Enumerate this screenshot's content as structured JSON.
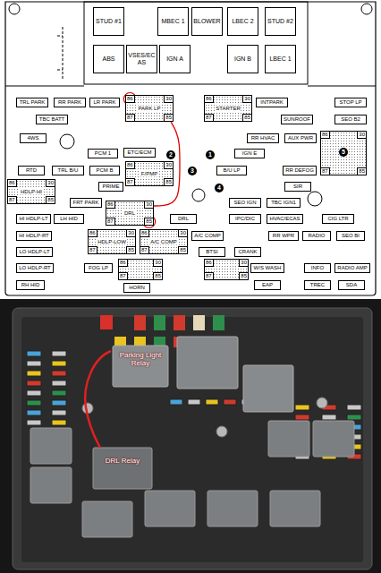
{
  "diagram": {
    "nodes": [
      {
        "text": [
          "STUD #1"
        ]
      },
      {
        "text": [
          "MBEC 1"
        ]
      },
      {
        "text": [
          "BLOWER"
        ]
      },
      {
        "text": [
          "LBEC 2"
        ]
      },
      {
        "text": [
          "STUD #2"
        ]
      },
      {
        "text": [
          "ABS"
        ]
      },
      {
        "text": [
          "VSES/ECAS"
        ]
      },
      {
        "text": [
          "IGN A"
        ]
      },
      {
        "text": [
          "IGN B"
        ]
      },
      {
        "text": [
          "LBEC 1"
        ]
      },
      {
        "text": [
          "TRL PARK"
        ]
      },
      {
        "text": [
          "RR PARK"
        ]
      },
      {
        "text": [
          "LR PARK"
        ]
      },
      {
        "text": [
          "86",
          "30",
          "PARK LP",
          "87",
          "85"
        ]
      },
      {
        "text": [
          "86",
          "30",
          "STARTER",
          "87",
          "85"
        ]
      },
      {
        "text": [
          "INTPARK"
        ]
      },
      {
        "text": [
          "STOP LP"
        ]
      },
      {
        "text": [
          "TBC BATT"
        ]
      },
      {
        "text": [
          "SUNROOF"
        ]
      },
      {
        "text": [
          "SEO B2"
        ]
      },
      {
        "text": [
          "4WS"
        ]
      },
      {
        "text": [
          "RR HVAC"
        ]
      },
      {
        "text": [
          "AUX PWR"
        ]
      },
      {
        "text": [
          "86",
          "30",
          "87",
          "85"
        ]
      },
      {
        "text": [
          "PCM 1"
        ]
      },
      {
        "text": [
          "ETC/ECM"
        ]
      },
      {
        "text": [
          "IGN E"
        ]
      },
      {
        "text": [
          "RTD"
        ]
      },
      {
        "text": [
          "TRL B/U"
        ]
      },
      {
        "text": [
          "PCM B"
        ]
      },
      {
        "text": [
          "86",
          "30",
          "F/PMP",
          "87",
          "85"
        ]
      },
      {
        "text": [
          "B/U LP"
        ]
      },
      {
        "text": [
          "RR DEFOG"
        ]
      },
      {
        "text": [
          "86",
          "30",
          "HDLP-HI",
          "87",
          "85"
        ]
      },
      {
        "text": [
          "PRIME"
        ]
      },
      {
        "text": [
          "SIR"
        ]
      },
      {
        "text": [
          "FRT PARK"
        ]
      },
      {
        "text": [
          "86",
          "30",
          "DRL",
          "87",
          "85"
        ]
      },
      {
        "text": [
          "SEO IGN"
        ]
      },
      {
        "text": [
          "TBC IGN1"
        ]
      },
      {
        "text": [
          "HI HDLP-LT"
        ]
      },
      {
        "text": [
          "LH HID"
        ]
      },
      {
        "text": [
          "DRL"
        ]
      },
      {
        "text": [
          "IPC/DIC"
        ]
      },
      {
        "text": [
          "HVAC/ECAS"
        ]
      },
      {
        "text": [
          "CIG LTR"
        ]
      },
      {
        "text": [
          "HI HDLP-RT"
        ]
      },
      {
        "text": [
          "86",
          "30",
          "HDLP-LOW",
          "87",
          "85"
        ]
      },
      {
        "text": [
          "86",
          "30",
          "A/C COMP",
          "87",
          "85"
        ]
      },
      {
        "text": [
          "A/C COMP"
        ]
      },
      {
        "text": [
          "RR WPR"
        ]
      },
      {
        "text": [
          "RADIO"
        ]
      },
      {
        "text": [
          "SEO BI"
        ]
      },
      {
        "text": [
          "LO HDLP-LT"
        ]
      },
      {
        "text": [
          "BTSI"
        ]
      },
      {
        "text": [
          "CRANK"
        ]
      },
      {
        "text": [
          "LO HDLP-RT"
        ]
      },
      {
        "text": [
          "FOG LP"
        ]
      },
      {
        "text": [
          "86",
          "30",
          "87",
          "85"
        ]
      },
      {
        "text": [
          "86",
          "30",
          "87",
          "85"
        ]
      },
      {
        "text": [
          "W/S WASH"
        ]
      },
      {
        "text": [
          "INFO"
        ]
      },
      {
        "text": [
          "RADIO AMP"
        ]
      },
      {
        "text": [
          "RH HID"
        ]
      },
      {
        "text": [
          "HORN"
        ]
      },
      {
        "text": [
          "EAP"
        ]
      },
      {
        "text": [
          "TREC"
        ]
      },
      {
        "text": [
          "SDA"
        ]
      }
    ],
    "edges": [
      {
        "from": 13,
        "to": 37,
        "arrow": "none"
      }
    ],
    "labels": [
      "1",
      "2",
      "3",
      "4",
      "5",
      "Parking Light Relay",
      "DRL Relay"
    ]
  }
}
